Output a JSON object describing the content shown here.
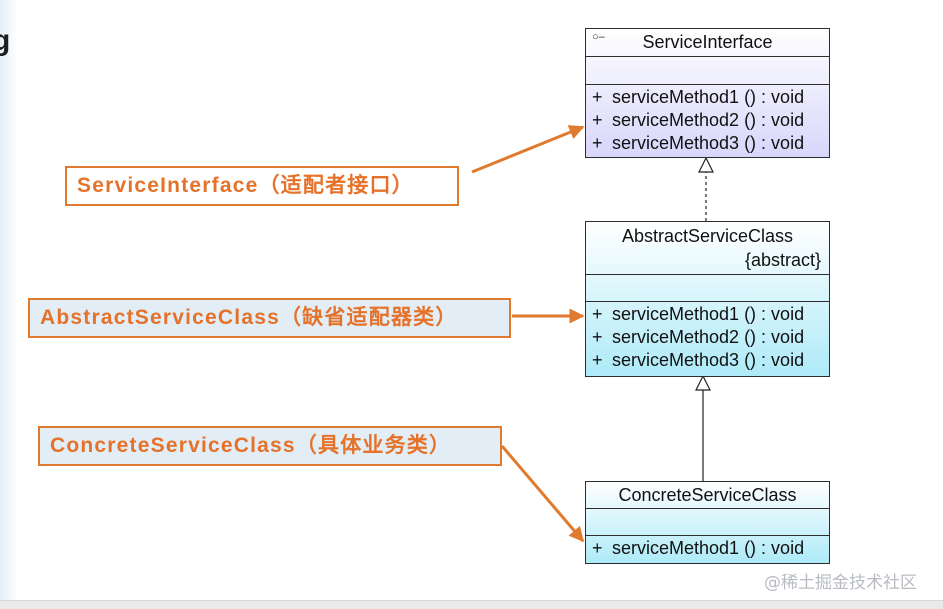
{
  "page": {
    "corner_letter": "g",
    "watermark": "@稀土掘金技术社区"
  },
  "colors": {
    "accent": "#e07a2e",
    "interface_fill": "#d8d6fb",
    "class_fill": "#aeeaf8",
    "border": "#2d2d2d"
  },
  "callouts": [
    {
      "text": "ServiceInterface（适配者接口）"
    },
    {
      "text": "AbstractServiceClass（缺省适配器类）"
    },
    {
      "text": "ConcreteServiceClass（具体业务类）"
    }
  ],
  "classes": {
    "service_interface": {
      "icon": "interface-lollipop-icon",
      "name": "ServiceInterface",
      "operations": [
        {
          "visibility": "+",
          "signature": "serviceMethod1 () : void"
        },
        {
          "visibility": "+",
          "signature": "serviceMethod2 () : void"
        },
        {
          "visibility": "+",
          "signature": "serviceMethod3 () : void"
        }
      ]
    },
    "abstract_service_class": {
      "name": "AbstractServiceClass",
      "stereotype": "{abstract}",
      "operations": [
        {
          "visibility": "+",
          "signature": "serviceMethod1 () : void"
        },
        {
          "visibility": "+",
          "signature": "serviceMethod2 () : void"
        },
        {
          "visibility": "+",
          "signature": "serviceMethod3 () : void"
        }
      ]
    },
    "concrete_service_class": {
      "name": "ConcreteServiceClass",
      "operations": [
        {
          "visibility": "+",
          "signature": "serviceMethod1 () : void"
        }
      ]
    }
  },
  "relations": [
    {
      "type": "realization",
      "from": "AbstractServiceClass",
      "to": "ServiceInterface"
    },
    {
      "type": "generalization",
      "from": "ConcreteServiceClass",
      "to": "AbstractServiceClass"
    }
  ]
}
